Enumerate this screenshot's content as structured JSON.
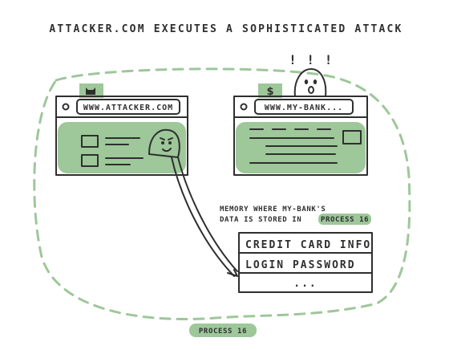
{
  "title": "ATTACKER.COM EXECUTES A SOPHISTICATED ATTACK",
  "left_window": {
    "url": "WWW.ATTACKER.COM",
    "tab_icon": "cat-icon"
  },
  "right_window": {
    "url": "WWW.MY-BANK...",
    "tab_icon": "dollar-icon"
  },
  "memory_note": {
    "line1": "MEMORY WHERE MY-BANK'S",
    "line2_prefix": "DATA IS STORED IN",
    "line2_highlight": "PROCESS 16"
  },
  "memory_rows": [
    "CREDIT CARD INFO",
    "LOGIN PASSWORD",
    "..."
  ],
  "process_label": "PROCESS 16",
  "alarm_marks": "! ! !",
  "colors": {
    "ink": "#2f2f2f",
    "green": "#9ec79a"
  }
}
